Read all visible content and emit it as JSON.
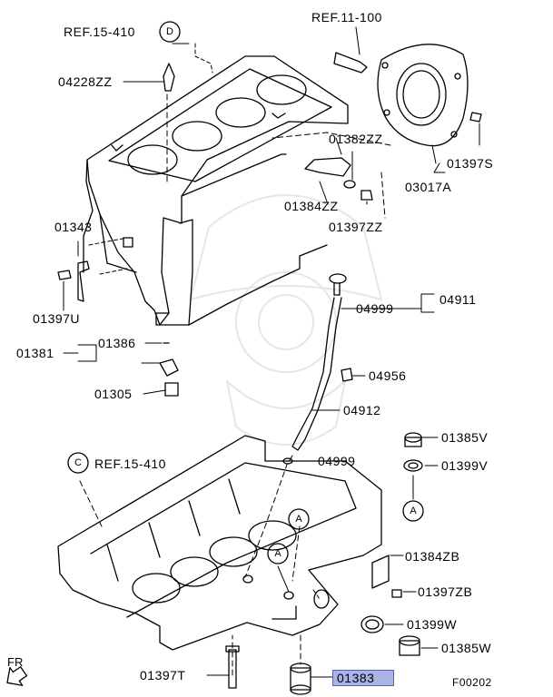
{
  "figure_code": "F00202",
  "direction_label": "FR",
  "refs": {
    "ref_15_410_d": "REF.15-410",
    "ref_11_100": "REF.11-100",
    "ref_15_410_c": "REF.15-410"
  },
  "markers": {
    "d": "D",
    "c": "C",
    "a": "A"
  },
  "parts": {
    "p04228zz": "04228ZZ",
    "p01382zz": "01382ZZ",
    "p01397s": "01397S",
    "p03017a": "03017A",
    "p01384zz": "01384ZZ",
    "p01397zz": "01397ZZ",
    "p01343": "01343",
    "p01397u": "01397U",
    "p04911": "04911",
    "p04999_a": "04999",
    "p01381": "01381",
    "p01386": "01386",
    "p04956": "04956",
    "p01305": "01305",
    "p04912": "04912",
    "p01385v": "01385V",
    "p04999_b": "04999",
    "p01399v": "01399V",
    "p01384zb": "01384ZB",
    "p01397zb": "01397ZB",
    "p01399w": "01399W",
    "p01385w": "01385W",
    "p01397t": "01397T",
    "p01383": "01383"
  },
  "highlight_color": "#a9b3e6"
}
